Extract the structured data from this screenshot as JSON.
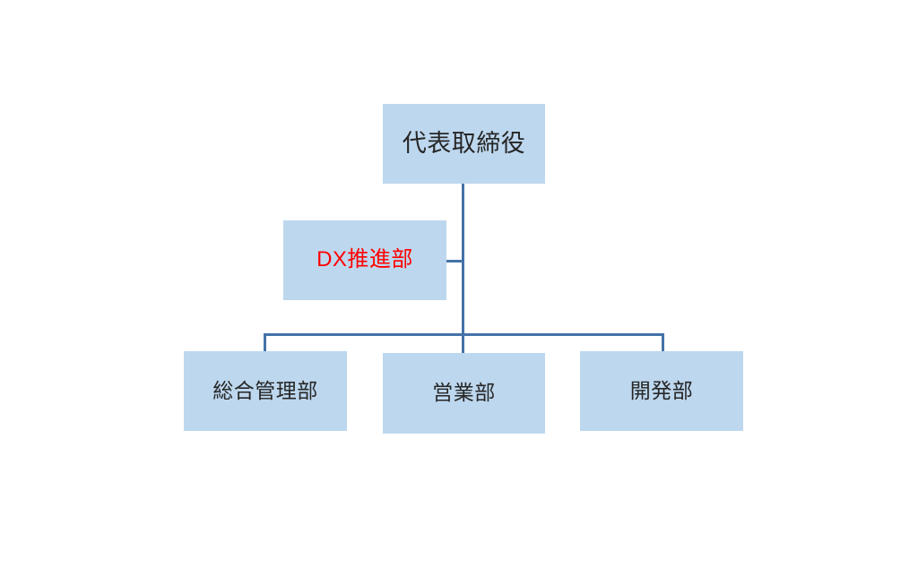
{
  "diagram": {
    "type": "organization-chart",
    "title": "",
    "colors": {
      "node_fill": "#bdd7ee",
      "connector": "#4472a8",
      "default_text": "#262626",
      "highlight_text": "#ff0000",
      "background": "#ffffff"
    },
    "nodes": [
      {
        "id": "ceo",
        "label": "代表取締役",
        "level": 0,
        "text_color": "#262626",
        "fill": "#bdd7ee",
        "font_size": "27px"
      },
      {
        "id": "dx",
        "label": "DX推進部",
        "level": 1,
        "text_color": "#ff0000",
        "fill": "#bdd7ee",
        "font_size": "24px"
      },
      {
        "id": "general-admin",
        "label": "総合管理部",
        "level": 2,
        "text_color": "#262626",
        "fill": "#bdd7ee",
        "font_size": "23px"
      },
      {
        "id": "sales",
        "label": "営業部",
        "level": 2,
        "text_color": "#262626",
        "fill": "#bdd7ee",
        "font_size": "23px"
      },
      {
        "id": "development",
        "label": "開発部",
        "level": 2,
        "text_color": "#262626",
        "fill": "#bdd7ee",
        "font_size": "23px"
      }
    ],
    "edges": [
      {
        "id": "trunk",
        "from": "ceo",
        "to": "bus",
        "orientation": "vertical"
      },
      {
        "id": "dx-stub",
        "from": "dx",
        "to": "trunk",
        "orientation": "horizontal"
      },
      {
        "id": "bus",
        "from": "trunk",
        "to": "level-2-row",
        "orientation": "horizontal"
      },
      {
        "id": "drop-left",
        "from": "bus",
        "to": "general-admin",
        "orientation": "vertical"
      },
      {
        "id": "drop-center",
        "from": "bus",
        "to": "sales",
        "orientation": "vertical"
      },
      {
        "id": "drop-right",
        "from": "bus",
        "to": "development",
        "orientation": "vertical"
      }
    ]
  }
}
